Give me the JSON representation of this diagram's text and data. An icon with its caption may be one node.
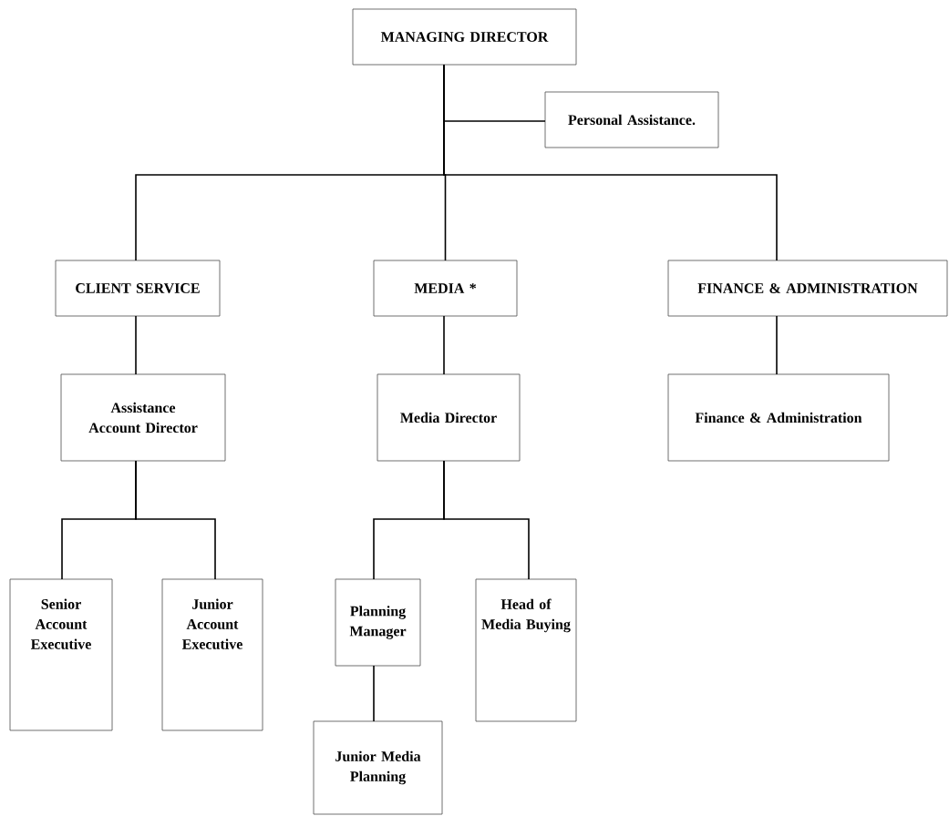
{
  "diagram": {
    "nodes": [
      {
        "text": [
          "MANAGING DIRECTOR"
        ]
      },
      {
        "text": [
          "Personal Assistance."
        ]
      },
      {
        "text": [
          "CLIENT SERVICE"
        ]
      },
      {
        "text": [
          "MEDIA  *"
        ]
      },
      {
        "text": [
          "FINANCE & ADMINISTRATION"
        ]
      },
      {
        "text": [
          "Assistance Account Director"
        ]
      },
      {
        "text": [
          "Media Director"
        ]
      },
      {
        "text": [
          "Finance & Administration"
        ]
      },
      {
        "text": [
          "Senior Account Executive"
        ]
      },
      {
        "text": [
          "Junior Account Executive"
        ]
      },
      {
        "text": [
          "Planning Manager"
        ]
      },
      {
        "text": [
          "Head of Media Buying"
        ]
      },
      {
        "text": [
          "Junior Media Planning"
        ]
      }
    ],
    "edges": [
      {
        "from": 0,
        "to": 1,
        "arrow": "none"
      },
      {
        "from": 0,
        "to": 2,
        "arrow": "none"
      },
      {
        "from": 0,
        "to": 3,
        "arrow": "none"
      },
      {
        "from": 0,
        "to": 4,
        "arrow": "none"
      },
      {
        "from": 2,
        "to": 5,
        "arrow": "none"
      },
      {
        "from": 3,
        "to": 6,
        "arrow": "none"
      },
      {
        "from": 4,
        "to": 7,
        "arrow": "none"
      },
      {
        "from": 5,
        "to": 8,
        "arrow": "none"
      },
      {
        "from": 5,
        "to": 9,
        "arrow": "none"
      },
      {
        "from": 6,
        "to": 10,
        "arrow": "none"
      },
      {
        "from": 6,
        "to": 11,
        "arrow": "none"
      },
      {
        "from": 10,
        "to": 12,
        "arrow": "none"
      }
    ]
  }
}
